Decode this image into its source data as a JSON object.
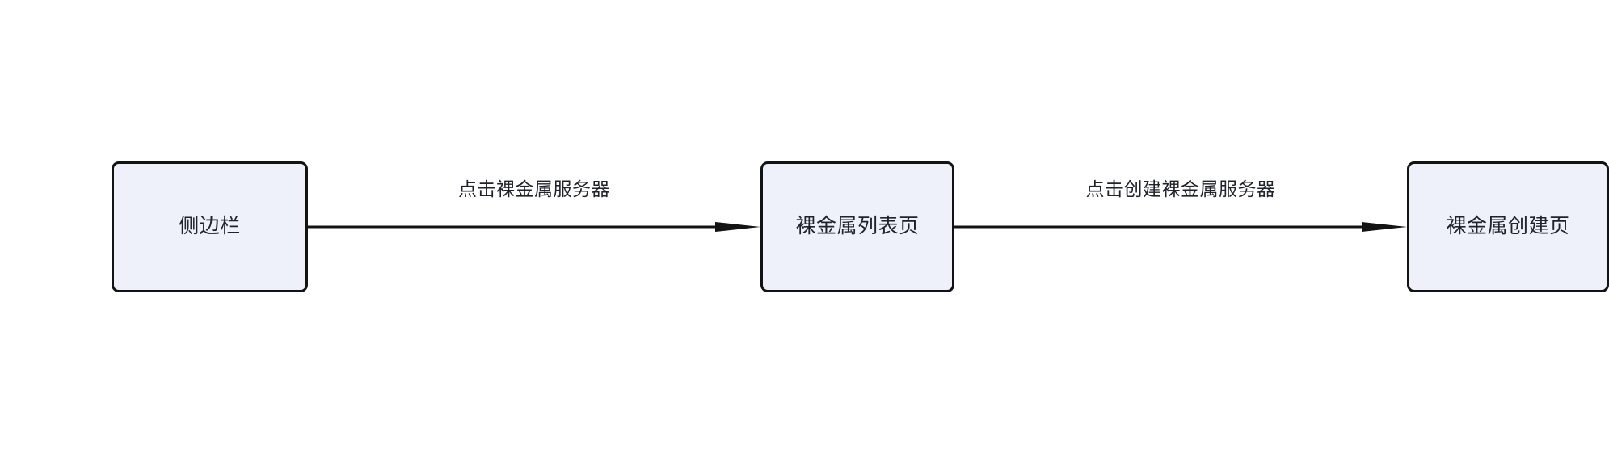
{
  "diagram": {
    "type": "flowchart",
    "direction": "left-to-right",
    "background_color": "#ffffff",
    "node_fill_color": "#eef1fa",
    "node_border_color": "#131313",
    "text_color": "#20232a",
    "edge_color": "#131313",
    "nodes": [
      {
        "id": "sidebar",
        "label": "侧边栏"
      },
      {
        "id": "bare-metal-list",
        "label": "裸金属列表页"
      },
      {
        "id": "bare-metal-create",
        "label": "裸金属创建页"
      }
    ],
    "edges": [
      {
        "id": "edge-1",
        "from": "sidebar",
        "to": "bare-metal-list",
        "label": "点击裸金属服务器",
        "arrowhead": "triangle"
      },
      {
        "id": "edge-2",
        "from": "bare-metal-list",
        "to": "bare-metal-create",
        "label": "点击创建裸金属服务器",
        "arrowhead": "triangle"
      }
    ]
  }
}
